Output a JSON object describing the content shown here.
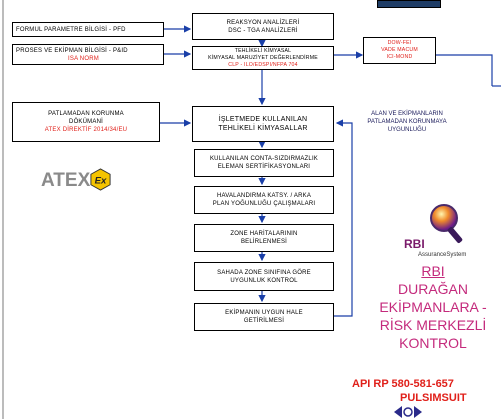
{
  "left_boxes": {
    "formul": "FORMUL PARAMETRE BİLGİSİ - PFD",
    "proses_line1": "PROSES VE EKİPMAN BİLGİSİ - P&ID",
    "proses_line2": "ISA NORM",
    "patlama_line1": "PATLAMADAN KORUNMA",
    "patlama_line2": "DÖKÜMANİ",
    "patlama_line3": "ATEX DİREKTİF 2014/34/EU"
  },
  "flow": {
    "reaksiyon_line1": "REAKSYON ANALİZLERİ",
    "reaksiyon_line2": "DSC - TGA ANALİZLERİ",
    "tehlikeli_line1": "TEHLİKELİ KİMYASAL",
    "tehlikeli_line2": "KİMYASAL MARUZİYET DEĞERLENDİRME",
    "tehlikeli_line3": "CLP - ILO/EDSPI/NFPA 704",
    "dow_line1": "DOW-FEI",
    "dow_line2": "VADE MACUM",
    "dow_line3": "ICI-MOND",
    "isletmede_line1": "İŞLETMEDE KULLANILAN",
    "isletmede_line2": "TEHLİKELİ KİMYASALLAR",
    "conta_line1": "KULLANILAN CONTA-SIZDIRMAZLIK",
    "conta_line2": "ELEMAN SERTİFİKASYONLARI",
    "havalandirma_line1": "HAVALANDIRMA KATSY. / ARKA",
    "havalandirma_line2": "PLAN YOĞUNLUĞU ÇALIŞMALARI",
    "zone_line1": "ZONE HARİTALARININ",
    "zone_line2": "BELİRLENMESİ",
    "saha_line1": "SAHADA ZONE SINIFINA GÖRE",
    "saha_line2": "UYGUNLUK KONTROL",
    "ekipman_line1": "EKİPMANIN UYGUN HALE",
    "ekipman_line2": "GETİRİLMESİ"
  },
  "note": {
    "line1": "ALAN VE EKİPMANLARIN",
    "line2": "PATLAMADAN KORUNMAYA",
    "line3": "UYGUNLUĞU"
  },
  "atex_logo": "ATEX",
  "rbi": {
    "logo_word": "RBI",
    "logo_sub": "AssuranceSystem",
    "title": "RBI",
    "line1": "DURAĞAN",
    "line2": "EKİPMANLARA -",
    "line3": "RİSK MERKEZLİ",
    "line4": "KONTROL",
    "api": "API RP 580-581-657",
    "puls": "PULSIMSUIT"
  },
  "colors": {
    "red": "#e0201a",
    "connector": "#1a3fa8",
    "rbi_text": "#c42a7c"
  }
}
